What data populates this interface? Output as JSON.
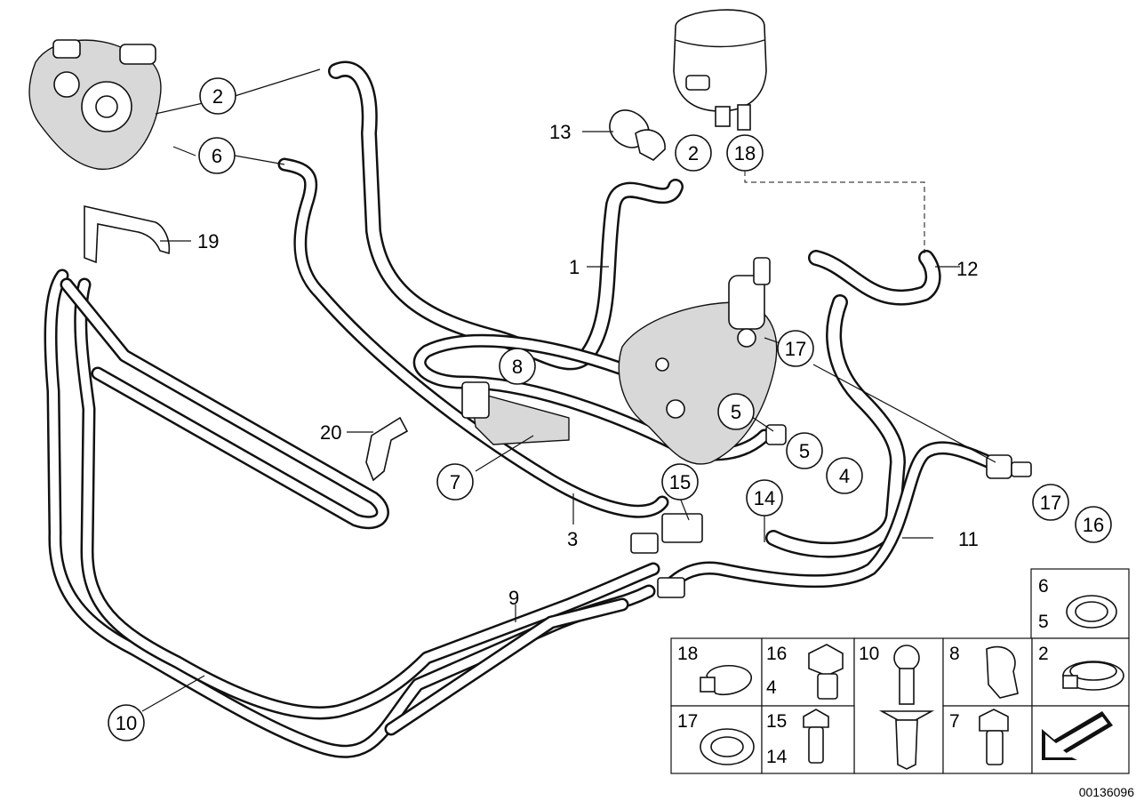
{
  "callouts": [
    {
      "label": "2"
    },
    {
      "label": "6"
    },
    {
      "label": "2"
    },
    {
      "label": "18"
    },
    {
      "label": "17"
    },
    {
      "label": "8"
    },
    {
      "label": "5"
    },
    {
      "label": "5"
    },
    {
      "label": "4"
    },
    {
      "label": "7"
    },
    {
      "label": "15"
    },
    {
      "label": "14"
    },
    {
      "label": "17"
    },
    {
      "label": "16"
    },
    {
      "label": "10"
    }
  ],
  "bare_labels": [
    {
      "label": "13"
    },
    {
      "label": "19"
    },
    {
      "label": "1"
    },
    {
      "label": "12"
    },
    {
      "label": "20"
    },
    {
      "label": "3"
    },
    {
      "label": "11"
    },
    {
      "label": "9"
    }
  ],
  "legend_cells": [
    {
      "labels": [
        "6",
        "5"
      ]
    },
    {
      "labels": [
        "18"
      ]
    },
    {
      "labels": [
        "16",
        "4"
      ]
    },
    {
      "labels": [
        "10"
      ]
    },
    {
      "labels": [
        "8"
      ]
    },
    {
      "labels": [
        "2"
      ]
    },
    {
      "labels": [
        "17"
      ]
    },
    {
      "labels": [
        "15",
        "14"
      ]
    },
    {
      "labels": [
        "7"
      ]
    }
  ],
  "diagram_code": "00136096"
}
